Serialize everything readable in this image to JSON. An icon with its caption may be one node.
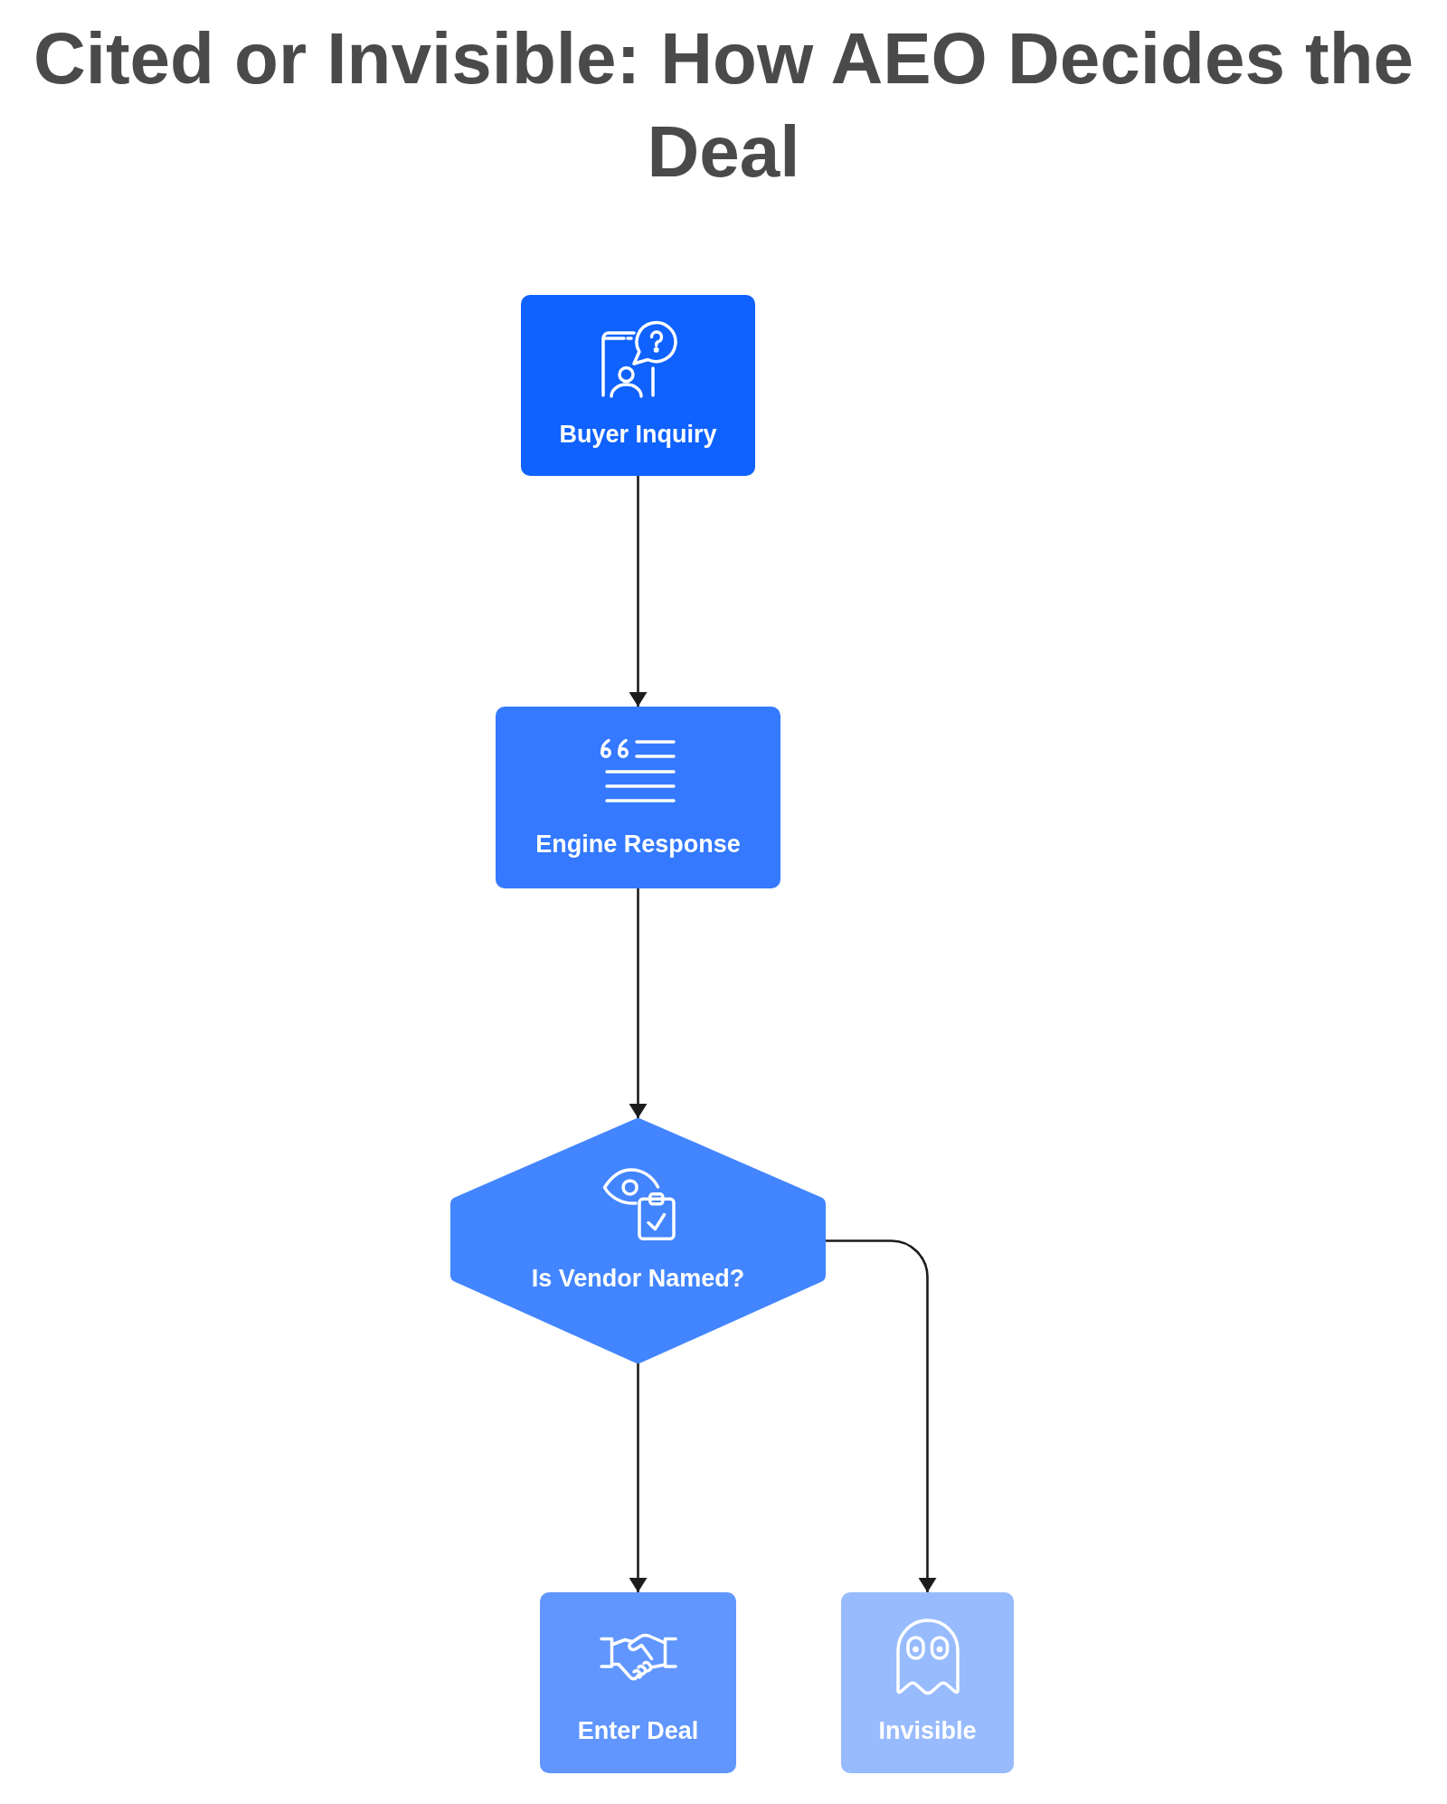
{
  "diagram": {
    "title": "Cited or Invisible: How AEO Decides the Deal",
    "nodes": [
      {
        "text": [
          "Buyer Inquiry"
        ]
      },
      {
        "text": [
          "Engine Response"
        ]
      },
      {
        "text": [
          "Is Vendor Named?"
        ]
      },
      {
        "text": [
          "Enter Deal"
        ]
      },
      {
        "text": [
          "Invisible"
        ]
      }
    ],
    "edges": [
      {
        "from": 0,
        "to": 1,
        "arrow": "to"
      },
      {
        "from": 1,
        "to": 2,
        "arrow": "to"
      },
      {
        "from": 2,
        "to": 3,
        "arrow": "to"
      },
      {
        "from": 2,
        "to": 4,
        "arrow": "to"
      }
    ]
  }
}
